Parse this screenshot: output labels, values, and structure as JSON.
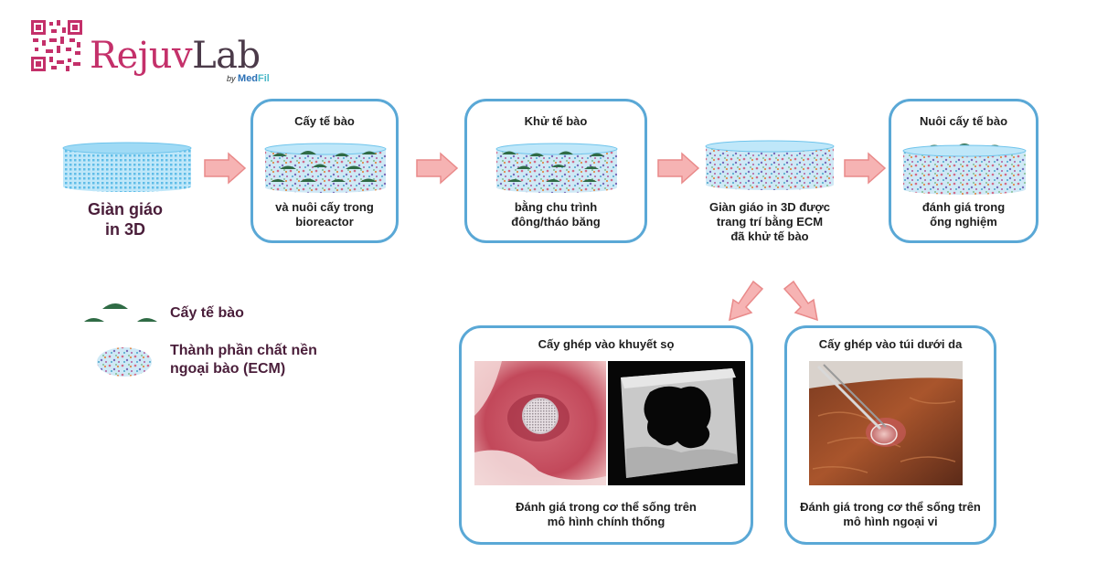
{
  "brand": {
    "name_part1": "Rejuv",
    "name_part2": "Lab",
    "by": "by",
    "by_brand_1": "Med",
    "by_brand_2": "Fil"
  },
  "steps": {
    "start_label_line1": "Giàn giáo",
    "start_label_line2": "in 3D",
    "seeding_title": "Cấy tế bào",
    "seeding_sub_line1": "và nuôi cấy trong",
    "seeding_sub_line2": "bioreactor",
    "decell_title": "Khử tế bào",
    "decell_sub_line1": "bằng chu trình",
    "decell_sub_line2": "đông/tháo băng",
    "ecm_line1": "Giàn giáo in 3D được",
    "ecm_line2": "trang trí bằng ECM",
    "ecm_line3": "đã khử tế bào",
    "invitro_title": "Nuôi cấy tế bào",
    "invitro_sub_line1": "đánh giá trong",
    "invitro_sub_line2": "ống nghiệm"
  },
  "legend": {
    "cells_label": "Cấy tế bào",
    "ecm_label_line1": "Thành phần chất nền",
    "ecm_label_line2": "ngoại bào (ECM)"
  },
  "implants": {
    "skull_title": "Cấy ghép vào khuyết sọ",
    "skull_sub_line1": "Đánh giá trong cơ thể sống trên",
    "skull_sub_line2": "mô hình chính thống",
    "subq_title": "Cấy ghép vào túi dưới da",
    "subq_sub_line1": "Đánh giá trong cơ thể sống trên",
    "subq_sub_line2": "mô hình ngoại vi"
  },
  "colors": {
    "box_border": "#5aa8d6",
    "arrow_fill": "#f6b3b3",
    "arrow_stroke": "#e98a8a",
    "scaffold_blue": "#8fd3f2",
    "cell_green": "#2f6b45",
    "brand_pink": "#c4306a",
    "label_maroon": "#4a1e3a"
  }
}
